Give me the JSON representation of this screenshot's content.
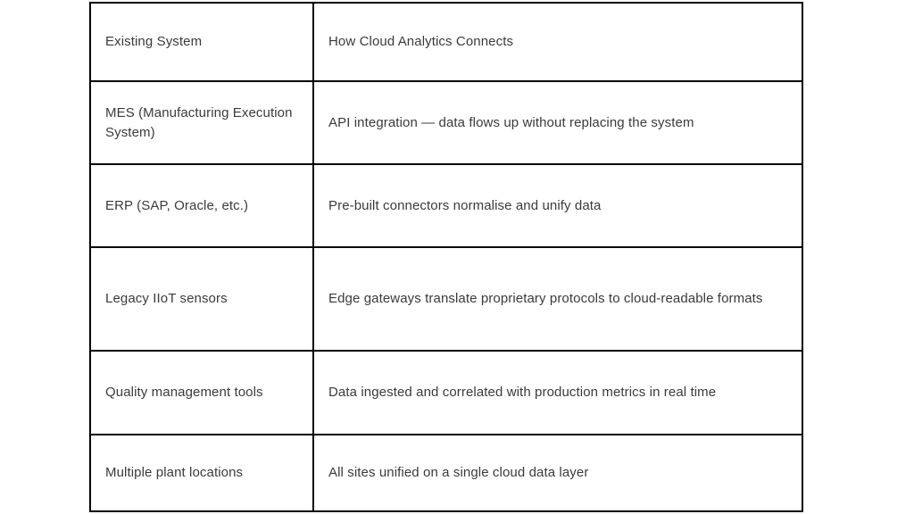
{
  "table": {
    "header": {
      "col1": "Existing System",
      "col2": "How Cloud Analytics Connects"
    },
    "rows": [
      {
        "system": "MES (Manufacturing Execution System)",
        "connection": "API integration — data flows up without replacing the system"
      },
      {
        "system": "ERP (SAP, Oracle, etc.)",
        "connection": "Pre-built connectors normalise and unify data"
      },
      {
        "system": "Legacy IIoT sensors",
        "connection": "Edge gateways translate proprietary protocols to cloud-readable formats"
      },
      {
        "system": "Quality management tools",
        "connection": "Data ingested and correlated with production metrics in real time"
      },
      {
        "system": "Multiple plant locations",
        "connection": "All sites unified on a single cloud data layer"
      }
    ],
    "colors": {
      "border": "#000000",
      "text": "#3b3b3b",
      "background": "#ffffff"
    }
  }
}
